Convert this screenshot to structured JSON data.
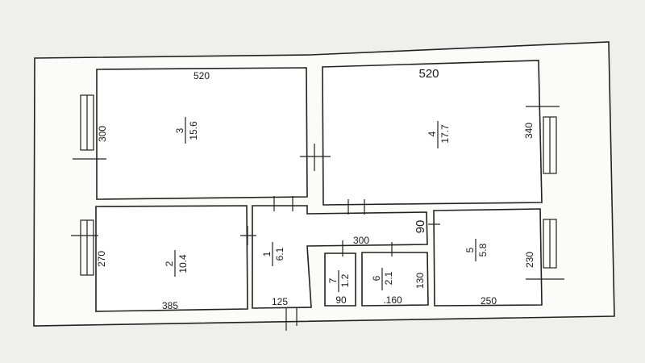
{
  "rooms": [
    {
      "id": "3",
      "number": "3",
      "area": "15.6",
      "width_dim": "520",
      "height_dim": "300"
    },
    {
      "id": "4",
      "number": "4",
      "area": "17.7",
      "width_dim": "520",
      "height_dim": "340"
    },
    {
      "id": "2",
      "number": "2",
      "area": "10.4",
      "width_dim": "385",
      "height_dim": "270"
    },
    {
      "id": "1",
      "number": "1",
      "area": "6.1",
      "width_dim": "125",
      "corridor_dim": "300"
    },
    {
      "id": "7",
      "number": "7",
      "area": "1.2",
      "width_dim": "90"
    },
    {
      "id": "6",
      "number": "6",
      "area": "2.1",
      "width_dim": ".160",
      "height_dim": "130"
    },
    {
      "id": "5",
      "number": "5",
      "area": "5.8",
      "width_dim": "250",
      "height_dim": "230"
    }
  ],
  "corridor_gap_dim": "90"
}
